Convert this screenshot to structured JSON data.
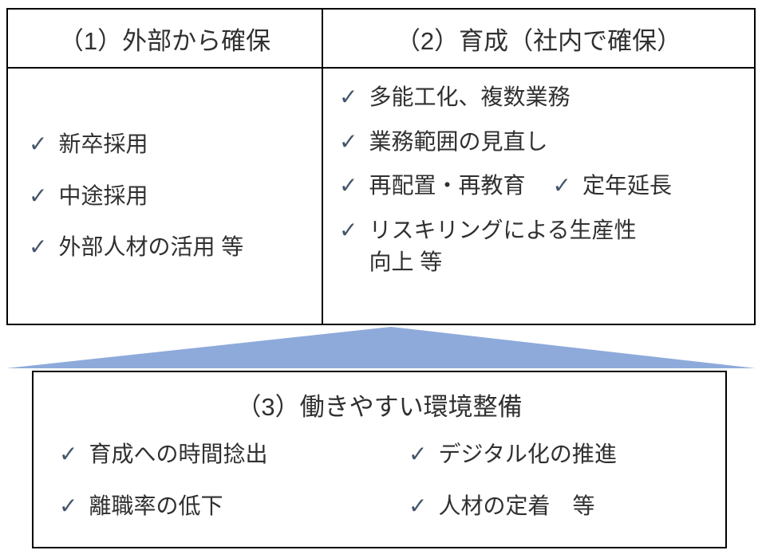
{
  "colors": {
    "border": "#000000",
    "text": "#303030",
    "check": "#44546A",
    "triangle": "#8EAADB"
  },
  "check_glyph": "✓",
  "table": {
    "external": {
      "header": "（1）外部から確保",
      "items": [
        "新卒採用",
        "中途採用",
        "外部人材の活用 等"
      ]
    },
    "development": {
      "header": "（2）育成（社内で確保）",
      "items": [
        "多能工化、複数業務",
        "業務範囲の見直し",
        "再配置・再教育",
        "定年延長",
        "リスキリングによる生産性\n向上 等"
      ]
    }
  },
  "environment": {
    "header": "（3）働きやすい環境整備",
    "left_items": [
      "育成への時間捻出",
      "離職率の低下"
    ],
    "right_items": [
      "デジタル化の推進",
      "人材の定着　等"
    ]
  }
}
